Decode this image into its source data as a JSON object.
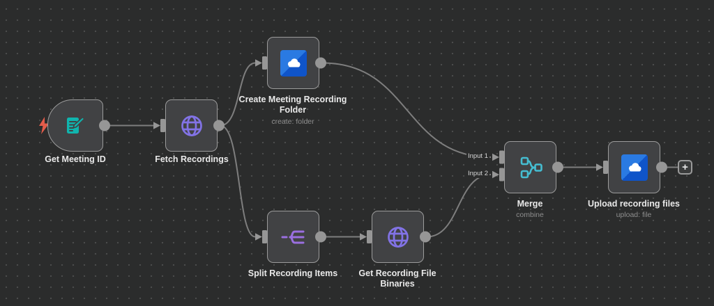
{
  "canvas": {
    "background": "#2b2c2c",
    "dot_color": "#4b4c4c"
  },
  "colors": {
    "node_body": "#414244",
    "node_border": "#9c9c9c",
    "connection": "#7e7e7e",
    "connector_port": "#969696",
    "trigger_bolt": "#e25c4a",
    "http_icon_purple": "#8273e6",
    "form_icon_teal": "#10b5ae",
    "split_icon_purple": "#9a6fe0",
    "merge_icon_cyan": "#45bdd1",
    "onedrive_blue_light": "#2a7ae2",
    "onedrive_blue_dark": "#0f54c9",
    "label_text": "#e9e9e9",
    "subtitle_text": "#8f8f8f"
  },
  "nodes": [
    {
      "id": "get-meeting-id",
      "label": "Get Meeting ID",
      "subtitle": "",
      "icon": "form-trigger-icon",
      "trigger": true
    },
    {
      "id": "fetch-recordings",
      "label": "Fetch Recordings",
      "subtitle": "",
      "icon": "http-request-globe-icon"
    },
    {
      "id": "create-meeting-recording-folder",
      "label": "Create Meeting Recording Folder",
      "subtitle": "create: folder",
      "icon": "onedrive-cloud-icon"
    },
    {
      "id": "split-recording-items",
      "label": "Split Recording Items",
      "subtitle": "",
      "icon": "split-out-icon"
    },
    {
      "id": "get-recording-file-binaries",
      "label": "Get Recording File Binaries",
      "subtitle": "",
      "icon": "http-request-globe-icon"
    },
    {
      "id": "merge",
      "label": "Merge",
      "subtitle": "combine",
      "icon": "merge-icon",
      "inputs": [
        "Input 1",
        "Input 2"
      ]
    },
    {
      "id": "upload-recording-files",
      "label": "Upload recording files",
      "subtitle": "upload: file",
      "icon": "onedrive-cloud-icon"
    }
  ],
  "add_node_button": "+"
}
